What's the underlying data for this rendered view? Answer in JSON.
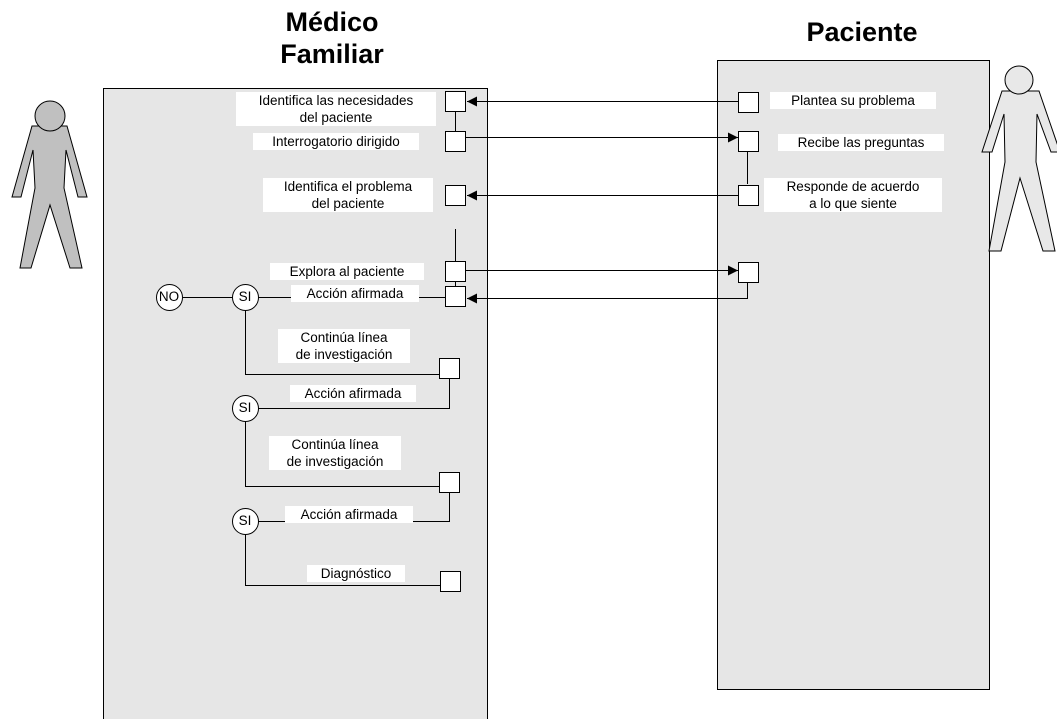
{
  "titles": {
    "medico": "Médico\nFamiliar",
    "paciente": "Paciente"
  },
  "medico": {
    "identifica_necesidades": "Identifica las necesidades\ndel paciente",
    "interrogatorio": "Interrogatorio dirigido",
    "identifica_problema": "Identifica el problema\ndel paciente",
    "explora": "Explora al paciente",
    "accion_1": "Acción afirmada",
    "continua_1": "Continúa línea\nde investigación",
    "accion_2": "Acción afirmada",
    "continua_2": "Continúa línea\nde investigación",
    "accion_3": "Acción afirmada",
    "diagnostico": "Diagnóstico"
  },
  "paciente": {
    "plantea": "Plantea su problema",
    "recibe": "Recibe las preguntas",
    "responde": "Responde de acuerdo\na lo que siente"
  },
  "decisions": {
    "no": "NO",
    "si_1": "SI",
    "si_2": "SI",
    "si_3": "SI"
  },
  "colors": {
    "lane_fill": "#e6e6e6",
    "figure_fill": "#c0c0c0",
    "figure_fill_light": "#e8e8e8",
    "stroke": "#000000"
  }
}
